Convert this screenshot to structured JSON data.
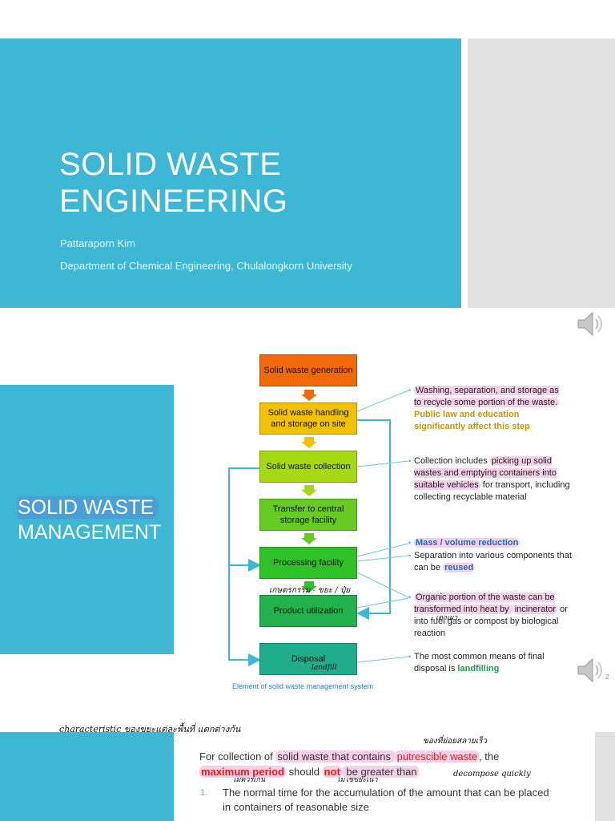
{
  "slide1": {
    "title_line1": "SOLID WASTE",
    "title_line2": "ENGINEERING",
    "author": "Pattaraporn Kim",
    "department": "Department of Chemical Engineering, Chulalongkorn University",
    "icon": "speaker-icon"
  },
  "slide2": {
    "title_line1": "SOLID WASTE",
    "title_line2": "MANAGEMENT",
    "boxes": [
      {
        "label": "Solid waste generation",
        "color": "#f06a0a"
      },
      {
        "label": "Solid waste handling and storage on site",
        "color": "#f2c200"
      },
      {
        "label": "Solid waste collection",
        "color": "#a6d814"
      },
      {
        "label": "Transfer to central storage facility",
        "color": "#66cc22"
      },
      {
        "label": "Processing facility",
        "color": "#2ec227"
      },
      {
        "label": "Product utilization",
        "color": "#22b14c"
      },
      {
        "label": "Disposal",
        "color": "#1eae8c"
      }
    ],
    "bullets": {
      "b1_a": "Washing, separation, and storage as to recycle some portion of the waste. ",
      "b1_b": "Public law and education significantly affect this step",
      "b2_a": "Collection includes ",
      "b2_b": "picking up solid wastes and emptying containers into suitable vehicles",
      "b2_c": " for transport, including collecting recyclable material",
      "b3": "Mass / volume reduction",
      "b4_a": "Separation into various components that can be ",
      "b4_b": "reused",
      "b5_a": "Organic portion of the waste can be transformed into heat by ",
      "b5_b": "incinerator",
      "b5_c": " or into fuel gas or compost by biological reaction",
      "b6_a": "The most common means of final disposal is ",
      "b6_b": "landfilling"
    },
    "annotations": {
      "product_note": "เกษตรกรรม - ขยะ / ปุ๋ย",
      "incinerator_note": "เตาเผา",
      "landfill_note": "landfill"
    },
    "caption": "Element of solid waste management system",
    "slide_number": "2",
    "icon": "speaker-icon",
    "colors": {
      "accent": "#3db7d3",
      "arrow": "#3db7d3",
      "pink_highlight": "#f6cfe8"
    }
  },
  "slide3": {
    "handwritten_header": "characteristic ของขยะแต่ละพื้นที่ แตกต่างกัน",
    "handwritten_note1": "ของที่ย่อยสลายเร็ว",
    "handwritten_note2": "decompose quickly",
    "handwritten_note3": "ไม่ควรเกิน",
    "handwritten_note4": "ไม่ใช่ขยะเน่า",
    "text_a": "For collection of ",
    "text_b": "solid waste that contains ",
    "text_c": "putrescible waste",
    "text_d": ", the ",
    "text_e": "maximum period",
    "text_f": " should ",
    "text_g": "not",
    "text_h": " be greater than",
    "item_num": "1.",
    "item_text": "The normal time for the accumulation of the amount that can be placed in containers of reasonable size"
  }
}
